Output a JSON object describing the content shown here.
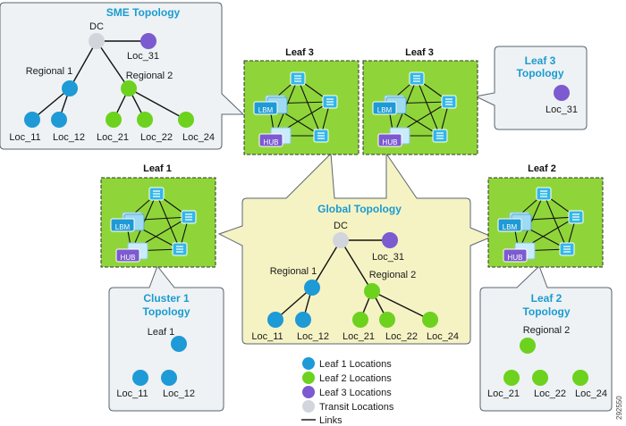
{
  "sme": {
    "title": "SME Topology",
    "dc": "DC",
    "loc31": "Loc_31",
    "regional1": "Regional 1",
    "regional2": "Regional 2",
    "locs": [
      "Loc_11",
      "Loc_12",
      "Loc_21",
      "Loc_22",
      "Loc_24"
    ]
  },
  "leaf3_topology": {
    "title_line1": "Leaf 3",
    "title_line2": "Topology",
    "loc": "Loc_31"
  },
  "leaf_clusters": {
    "leaf3a": "Leaf 3",
    "leaf3b": "Leaf 3",
    "leaf1": "Leaf 1",
    "leaf2": "Leaf 2",
    "lbm": "LBM",
    "hub": "HUB"
  },
  "global": {
    "title": "Global Topology",
    "dc": "DC",
    "loc31": "Loc_31",
    "regional1": "Regional 1",
    "regional2": "Regional 2",
    "locs": [
      "Loc_11",
      "Loc_12",
      "Loc_21",
      "Loc_22",
      "Loc_24"
    ]
  },
  "cluster1": {
    "title_line1": "Cluster 1",
    "title_line2": "Topology",
    "leaf": "Leaf 1",
    "locs": [
      "Loc_11",
      "Loc_12"
    ]
  },
  "leaf2_topology": {
    "title_line1": "Leaf 2",
    "title_line2": "Topology",
    "regional2": "Regional 2",
    "locs": [
      "Loc_21",
      "Loc_22",
      "Loc_24"
    ]
  },
  "legend": {
    "items": [
      "Leaf 1 Locations",
      "Leaf 2 Locations",
      "Leaf 3 Locations",
      "Transit Locations",
      "Links"
    ]
  },
  "figure_id": "292550",
  "colors": {
    "leaf1": "#1e9ad6",
    "leaf2": "#6cd21e",
    "leaf3": "#7c5ad0",
    "transit": "#d2d6dc",
    "title": "#1b9bd0",
    "cluster_bg": "#8fd53a",
    "topology_bg": "#eef2f4",
    "global_bg": "#f5f3c4"
  }
}
